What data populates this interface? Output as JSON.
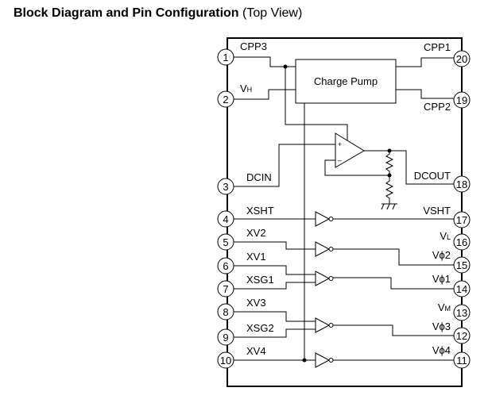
{
  "title": {
    "bold": "Block Diagram and Pin Configuration",
    "normal": " (Top View)"
  },
  "block": {
    "charge_pump": "Charge Pump",
    "opamp_plus": "+",
    "opamp_minus": "–"
  },
  "left_pins": [
    {
      "num": "1",
      "label": "CPP3",
      "sub": ""
    },
    {
      "num": "2",
      "label": "V",
      "sub": "H"
    },
    {
      "num": "3",
      "label": "DCIN",
      "sub": ""
    },
    {
      "num": "4",
      "label": "XSHT",
      "sub": ""
    },
    {
      "num": "5",
      "label": "XV2",
      "sub": ""
    },
    {
      "num": "6",
      "label": "XV1",
      "sub": ""
    },
    {
      "num": "7",
      "label": "XSG1",
      "sub": ""
    },
    {
      "num": "8",
      "label": "XV3",
      "sub": ""
    },
    {
      "num": "9",
      "label": "XSG2",
      "sub": ""
    },
    {
      "num": "10",
      "label": "XV4",
      "sub": ""
    }
  ],
  "right_pins": [
    {
      "num": "20",
      "label": "CPP1",
      "sub": ""
    },
    {
      "num": "19",
      "label": "CPP2",
      "sub": ""
    },
    {
      "num": "18",
      "label": "DCOUT",
      "sub": ""
    },
    {
      "num": "17",
      "label": "VSHT",
      "sub": ""
    },
    {
      "num": "16",
      "label": "V",
      "sub": "L"
    },
    {
      "num": "15",
      "label": "Vϕ2",
      "sub": ""
    },
    {
      "num": "14",
      "label": "Vϕ1",
      "sub": ""
    },
    {
      "num": "13",
      "label": "V",
      "sub": "M"
    },
    {
      "num": "12",
      "label": "Vϕ3",
      "sub": ""
    },
    {
      "num": "11",
      "label": "Vϕ4",
      "sub": ""
    }
  ]
}
